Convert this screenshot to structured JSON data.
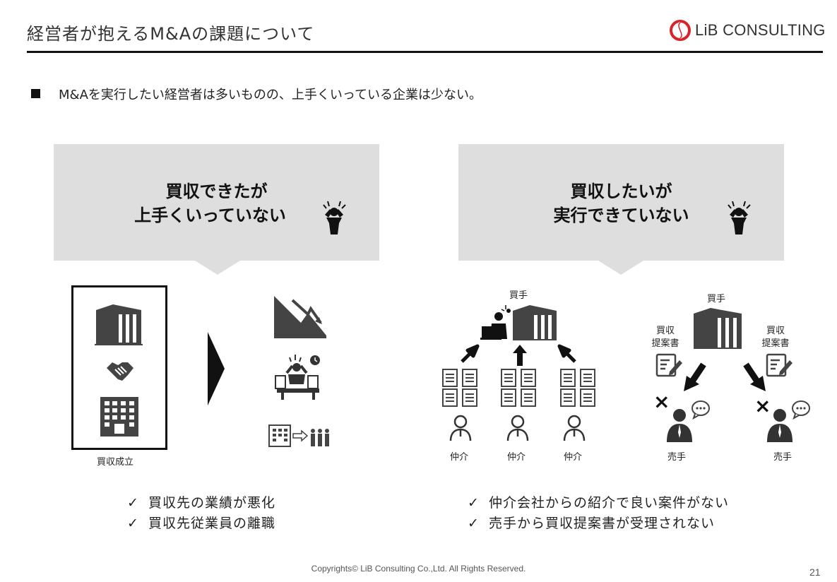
{
  "header": {
    "title": "経営者が抱えるM&Aの課題について",
    "logo_text": "LiB CONSULTING"
  },
  "bullet": "M&Aを実行したい経営者は多いものの、上手くいっている企業は少ない。",
  "left": {
    "callout_line1": "買収できたが",
    "callout_line2": "上手くいっていない",
    "box_caption": "買収成立",
    "checks": [
      "買収先の業績が悪化",
      "買収先従業員の離職"
    ]
  },
  "right": {
    "callout_line1": "買収したいが",
    "callout_line2": "実行できていない",
    "buyer_label_1": "買手",
    "intermediary_labels": [
      "仲介",
      "仲介",
      "仲介"
    ],
    "buyer_label_2": "買手",
    "proposal_labels": [
      "買収\n提案書",
      "買収\n提案書"
    ],
    "seller_labels": [
      "売手",
      "売手"
    ],
    "checks": [
      "仲介会社からの紹介で良い案件がない",
      "売手から買収提案書が受理されない"
    ]
  },
  "footer": {
    "copyright": "Copyrights© LiB Consulting Co.,Ltd.  All Rights Reserved.",
    "page_number": "21"
  },
  "icons": {
    "check_glyph": "✓",
    "cross_glyph": "×",
    "logo_color": "#d9232a"
  }
}
